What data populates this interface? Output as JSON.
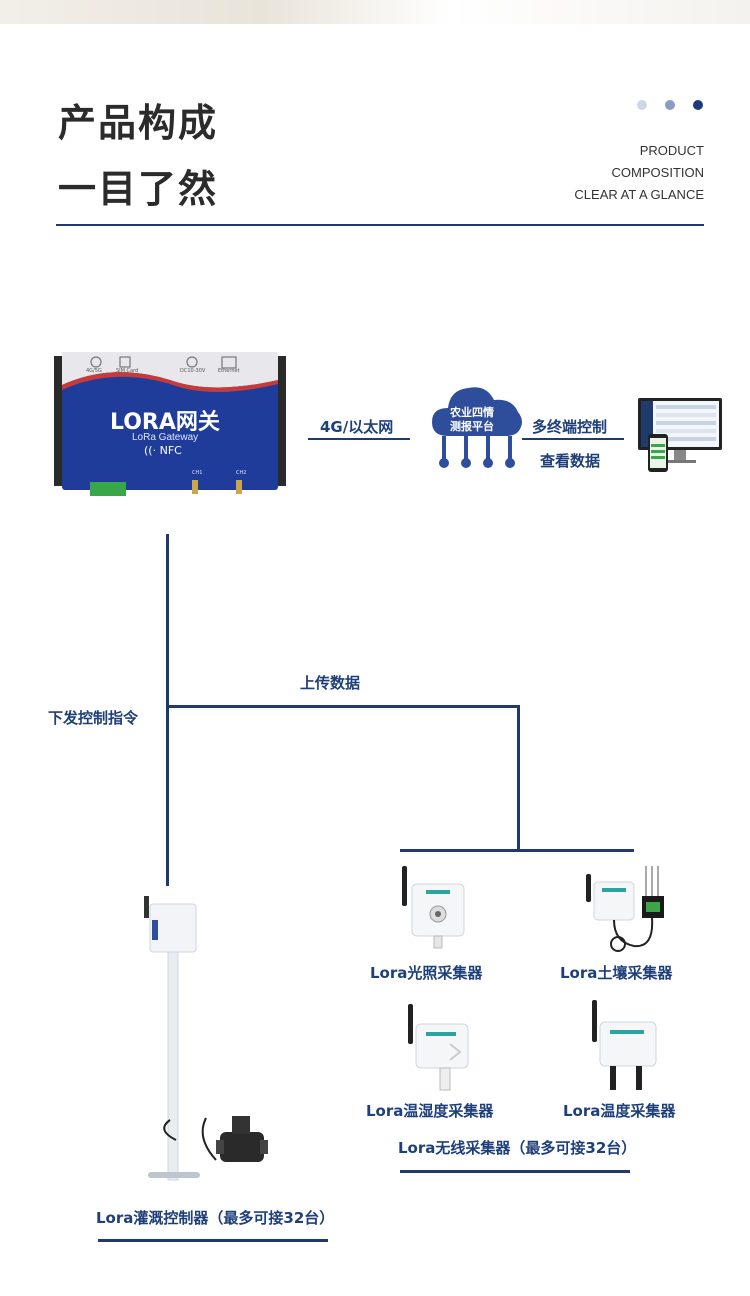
{
  "header": {
    "title_line1": "产品构成",
    "title_line2": "一目了然",
    "english_line1": "PRODUCT",
    "english_line2": "COMPOSITION",
    "english_line3": "CLEAR AT A GLANCE",
    "dot_colors": [
      "#cfd6e6",
      "#8a9cc4",
      "#1f3a7a"
    ]
  },
  "gateway": {
    "name": "LORA网关",
    "subtitle": "LoRa Gateway",
    "nfc": "NFC",
    "port_labels": [
      "4G/5G",
      "SIM Card",
      "DC10-30V",
      "Ethernet"
    ],
    "antenna_labels": [
      "CH1",
      "CH2"
    ]
  },
  "links": {
    "network": "4G/以太网",
    "platform_line1": "农业四情",
    "platform_line2": "测报平台",
    "multi_terminal": "多终端控制",
    "view_data": "查看数据",
    "upload": "上传数据",
    "command": "下发控制指令"
  },
  "devices": {
    "light": "Lora光照采集器",
    "soil": "Lora土壤采集器",
    "temp_humidity": "Lora温湿度采集器",
    "temperature": "Lora温度采集器",
    "wireless_caption": "Lora无线采集器（最多可接32台）",
    "irrigation_caption": "Lora灌溉控制器（最多可接32台）"
  },
  "colors": {
    "primary": "#1f3f7a",
    "gateway_blue": "#1f3c9a",
    "cloud_blue": "#2e4d9b",
    "title_dark": "#2b2b2b"
  }
}
